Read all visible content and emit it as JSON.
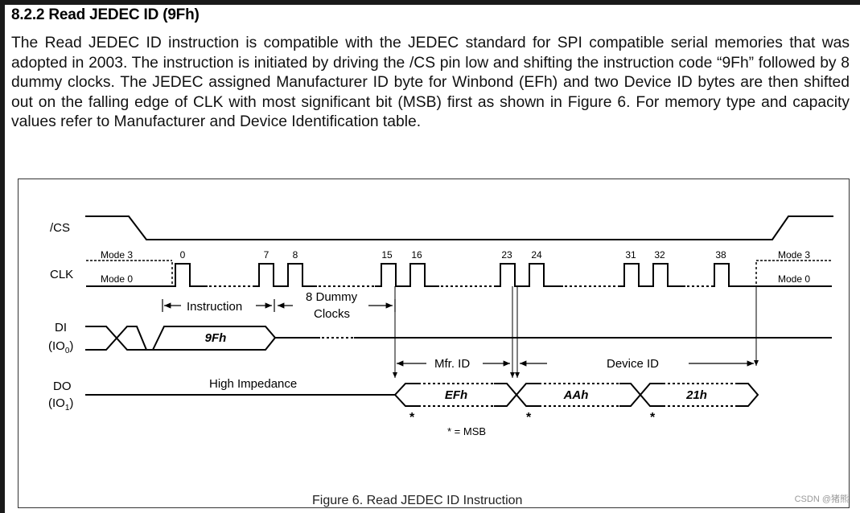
{
  "heading": "8.2.2 Read JEDEC ID (9Fh)",
  "paragraph": "The Read JEDEC ID instruction is compatible with the JEDEC standard for SPI compatible serial memories that was adopted in 2003. The instruction is initiated by driving the /CS pin low and shifting the instruction code “9Fh” followed by 8 dummy clocks. The JEDEC assigned Manufacturer ID byte for Winbond (EFh) and two Device ID bytes are then shifted out on the falling edge of CLK with most significant bit (MSB) first as shown in Figure 6. For memory type and capacity values refer to Manufacturer and Device Identification table.",
  "diagram": {
    "signals": {
      "cs": "/CS",
      "clk": "CLK",
      "di": "DI",
      "di_sub": "(IO",
      "di_sub_idx": "0",
      "do": "DO",
      "do_sub": "(IO",
      "do_sub_idx": "1"
    },
    "clock_labels": {
      "c0": "0",
      "c7": "7",
      "c8": "8",
      "c15": "15",
      "c16": "16",
      "c23": "23",
      "c24": "24",
      "c31": "31",
      "c32": "32",
      "c38": "38"
    },
    "modes": {
      "mode3_left": "Mode 3",
      "mode0_left": "Mode 0",
      "mode3_right": "Mode 3",
      "mode0_right": "Mode 0"
    },
    "labels": {
      "instruction": "Instruction",
      "dummy_line1": "8 Dummy",
      "dummy_line2": "Clocks",
      "di_value": "9Fh",
      "high_impedance": "High Impedance",
      "mfr_id": "Mfr. ID",
      "device_id": "Device ID",
      "efh": "EFh",
      "aah": "AAh",
      "h21": "21h",
      "msb_star": "*",
      "msb_legend": "* = MSB"
    }
  },
  "caption": "Figure 6. Read JEDEC ID Instruction",
  "watermark": "CSDN @猪熊"
}
